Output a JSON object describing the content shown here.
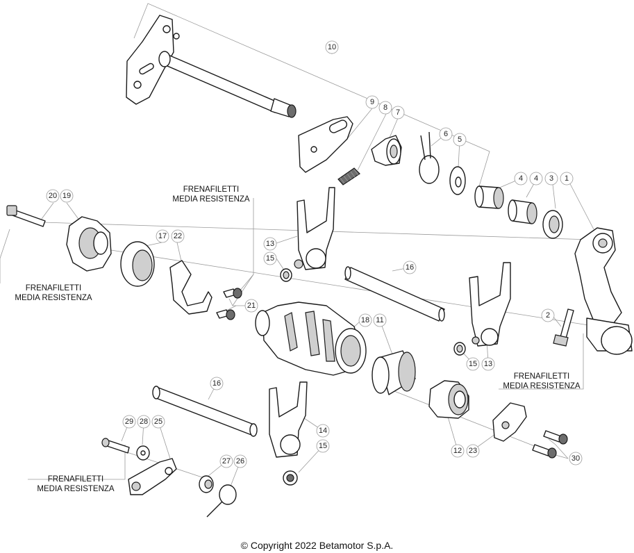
{
  "callouts": {
    "c10": "10",
    "c9": "9",
    "c8": "8",
    "c7": "7",
    "c6": "6",
    "c5": "5",
    "c4a": "4",
    "c4b": "4",
    "c3": "3",
    "c1": "1",
    "c2": "2",
    "c20": "20",
    "c19": "19",
    "c17": "17",
    "c22": "22",
    "c21": "21",
    "c13a": "13",
    "c15a": "15",
    "c16a": "16",
    "c18": "18",
    "c11": "11",
    "c15b": "15",
    "c13b": "13",
    "c16b": "16",
    "c14": "14",
    "c15c": "15",
    "c29": "29",
    "c28": "28",
    "c25": "25",
    "c27": "27",
    "c26": "26",
    "c12": "12",
    "c23": "23",
    "c30": "30"
  },
  "notes": {
    "n1_line1": "FRENAFILETTI",
    "n1_line2": "MEDIA RESISTENZA",
    "n2_line1": "FRENAFILETTI",
    "n2_line2": "MEDIA RESISTENZA",
    "n3_line1": "FRENAFILETTI",
    "n3_line2": "MEDIA RESISTENZA",
    "n4_line1": "FRENAFILETTI",
    "n4_line2": "MEDIA RESISTENZA"
  },
  "footer": {
    "copyright": "© Copyright 2022 Betamotor S.p.A."
  }
}
